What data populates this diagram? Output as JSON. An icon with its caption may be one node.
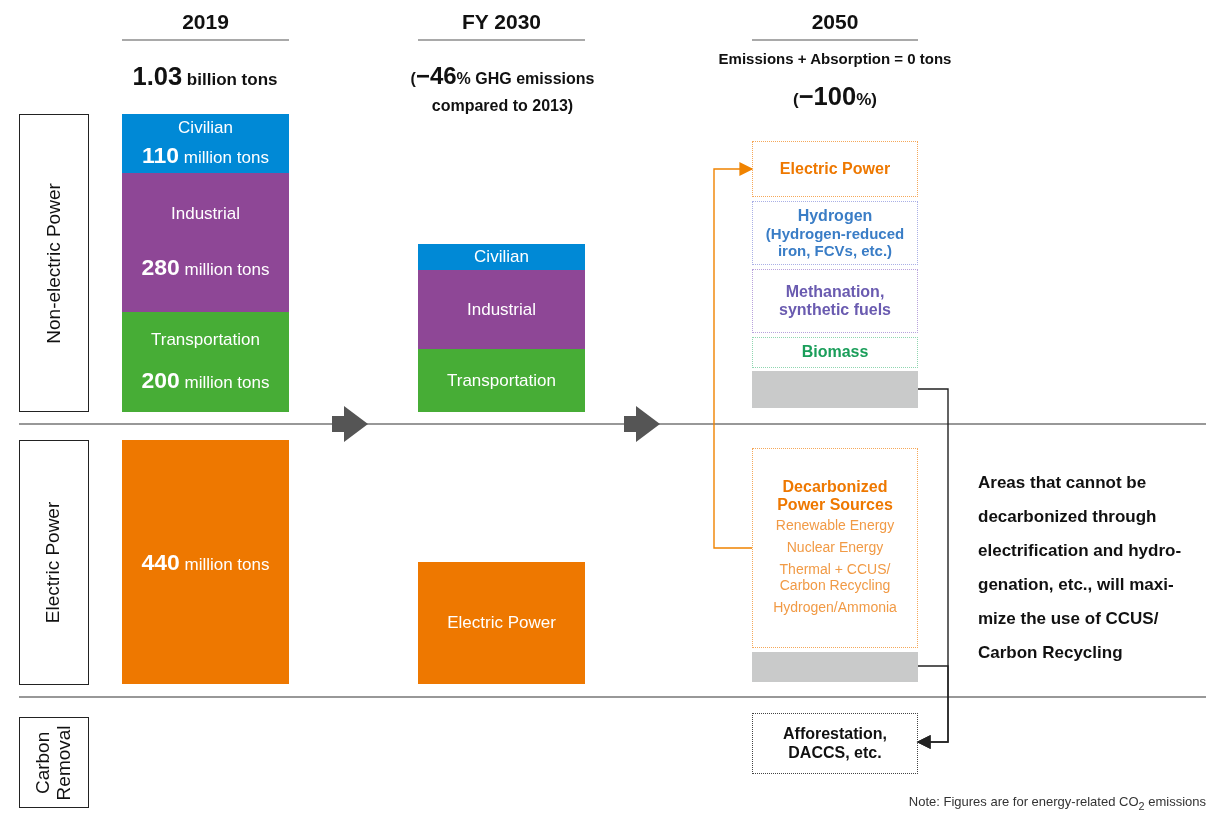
{
  "diagram": {
    "nodes": [
      {
        "text": [
          "Non-electric Power"
        ]
      },
      {
        "text": [
          "Electric Power"
        ]
      },
      {
        "text": [
          "Carbon Removal"
        ]
      },
      {
        "text": [
          "Civilian",
          "**110** million tons"
        ]
      },
      {
        "text": [
          "Industrial",
          "**280** million tons"
        ]
      },
      {
        "text": [
          "Transportation",
          "**200** million tons"
        ]
      },
      {
        "text": [
          "**440** million tons"
        ]
      },
      {
        "text": [
          "Civilian"
        ]
      },
      {
        "text": [
          "Industrial"
        ]
      },
      {
        "text": [
          "Transportation"
        ]
      },
      {
        "text": [
          "Electric Power"
        ]
      },
      {
        "text": [
          "Electric Power"
        ]
      },
      {
        "text": [
          "Hydrogen",
          "(Hydrogen-reduced iron, FCVs, etc.)"
        ]
      },
      {
        "text": [
          "Methanation, synthetic fuels"
        ]
      },
      {
        "text": [
          "Biomass"
        ]
      },
      {
        "text": [],
        "shape": "bar"
      },
      {
        "text": [
          "Decarbonized Power Sources",
          "Renewable Energy",
          "Nuclear Energy",
          "Thermal + CCUS/ Carbon Recycling",
          "Hydrogen/Ammonia"
        ]
      },
      {
        "text": [],
        "shape": "bar"
      },
      {
        "text": [
          "Afforestation, DACCS, etc."
        ]
      }
    ],
    "edges": [
      {
        "from": 16,
        "to": 11,
        "arrow": "to",
        "color": "#f08300"
      },
      {
        "from": 15,
        "to": 18,
        "arrow": "to"
      },
      {
        "from": 17,
        "to": 18,
        "arrow": "to"
      }
    ],
    "labels": [
      "2019",
      "FY 2030",
      "2050",
      "**1.03** billion tons",
      "(**−46**% GHG emissions compared to 2013)",
      "Emissions + Absorption = 0 tons",
      "(**−100**%)",
      "Areas that cannot be decarbonized through electrification and hydro- genation, etc., will maxi- mize the use of CCUS/ Carbon Recycling",
      "Note: Figures are for energy-related CO$_{2}$ emissions"
    ]
  }
}
